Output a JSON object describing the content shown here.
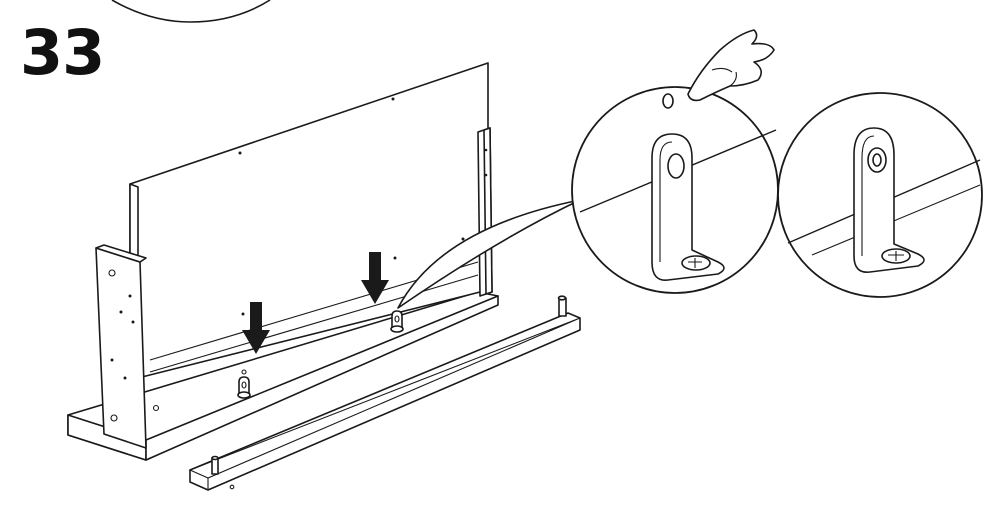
{
  "step": {
    "number": "33"
  },
  "icons": {
    "step_icon": "partial-circle-callout",
    "main": "cabinet-back-panel-assembly",
    "arrows": "down-arrow-icon",
    "hand": "finger-press-icon",
    "detail_1": "bracket-detail-before",
    "detail_2": "bracket-detail-after"
  },
  "colors": {
    "line": "#1a1a1a",
    "background": "#ffffff"
  }
}
